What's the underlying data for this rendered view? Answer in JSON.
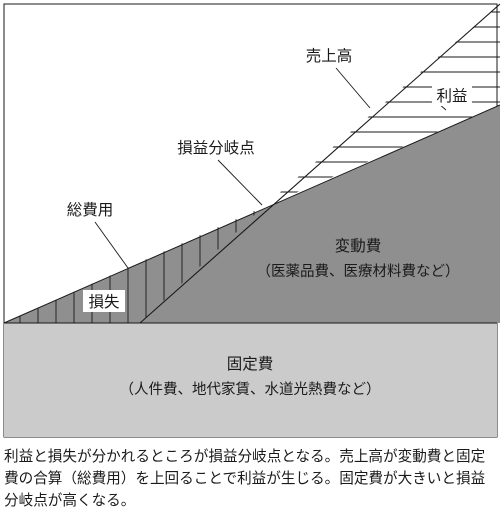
{
  "labels": {
    "revenue": "売上高",
    "profit": "利益",
    "breakeven": "損益分岐点",
    "total_cost": "総費用",
    "loss": "損失",
    "variable_cost": "変動費",
    "variable_cost_examples": "（医薬品費、医療材料費など）",
    "fixed_cost": "固定費",
    "fixed_cost_examples": "（人件費、地代家賃、水道光熱費など）"
  },
  "caption": "利益と損失が分かれるところが損益分岐点となる。売上高が変動費と固定費の合算（総費用）を上回ることで利益が生じる。固定費が大きいと損益分岐点が高くなる。",
  "colors": {
    "fixed_cost_fill": "#cbcbcb",
    "variable_cost_fill": "#8f8f8f",
    "line": "#1a1a1a",
    "background": "#ffffff"
  }
}
